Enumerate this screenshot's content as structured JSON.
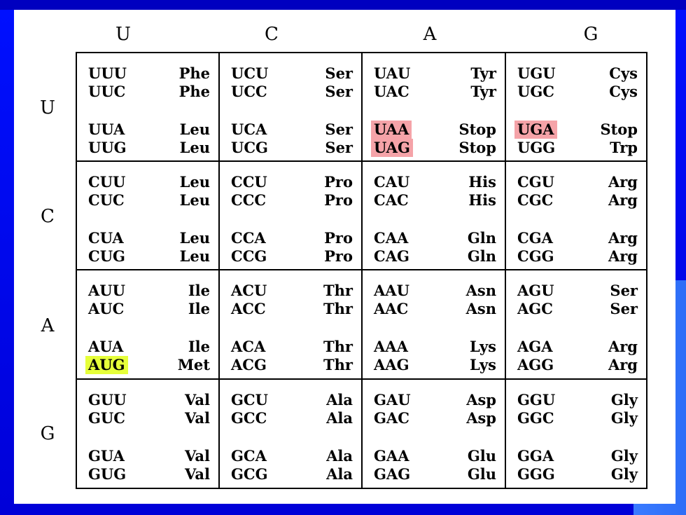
{
  "colors": {
    "background": "#0000e8",
    "stop_highlight": "#f5a3a8",
    "start_highlight": "#e6ff3a",
    "panel": "#ffffff"
  },
  "column_headers": [
    "U",
    "C",
    "A",
    "G"
  ],
  "row_headers": [
    "U",
    "C",
    "A",
    "G"
  ],
  "rows": [
    [
      [
        [
          "UUU",
          "Phe"
        ],
        [
          "UUC",
          "Phe"
        ],
        [
          "UUA",
          "Leu"
        ],
        [
          "UUG",
          "Leu"
        ]
      ],
      [
        [
          "UCU",
          "Ser"
        ],
        [
          "UCC",
          "Ser"
        ],
        [
          "UCA",
          "Ser"
        ],
        [
          "UCG",
          "Ser"
        ]
      ],
      [
        [
          "UAU",
          "Tyr"
        ],
        [
          "UAC",
          "Tyr"
        ],
        [
          "UAA",
          "Stop"
        ],
        [
          "UAG",
          "Stop"
        ]
      ],
      [
        [
          "UGU",
          "Cys"
        ],
        [
          "UGC",
          "Cys"
        ],
        [
          "UGA",
          "Stop"
        ],
        [
          "UGG",
          "Trp"
        ]
      ]
    ],
    [
      [
        [
          "CUU",
          "Leu"
        ],
        [
          "CUC",
          "Leu"
        ],
        [
          "CUA",
          "Leu"
        ],
        [
          "CUG",
          "Leu"
        ]
      ],
      [
        [
          "CCU",
          "Pro"
        ],
        [
          "CCC",
          "Pro"
        ],
        [
          "CCA",
          "Pro"
        ],
        [
          "CCG",
          "Pro"
        ]
      ],
      [
        [
          "CAU",
          "His"
        ],
        [
          "CAC",
          "His"
        ],
        [
          "CAA",
          "Gln"
        ],
        [
          "CAG",
          "Gln"
        ]
      ],
      [
        [
          "CGU",
          "Arg"
        ],
        [
          "CGC",
          "Arg"
        ],
        [
          "CGA",
          "Arg"
        ],
        [
          "CGG",
          "Arg"
        ]
      ]
    ],
    [
      [
        [
          "AUU",
          "Ile"
        ],
        [
          "AUC",
          "Ile"
        ],
        [
          "AUA",
          "Ile"
        ],
        [
          "AUG",
          "Met"
        ]
      ],
      [
        [
          "ACU",
          "Thr"
        ],
        [
          "ACC",
          "Thr"
        ],
        [
          "ACA",
          "Thr"
        ],
        [
          "ACG",
          "Thr"
        ]
      ],
      [
        [
          "AAU",
          "Asn"
        ],
        [
          "AAC",
          "Asn"
        ],
        [
          "AAA",
          "Lys"
        ],
        [
          "AAG",
          "Lys"
        ]
      ],
      [
        [
          "AGU",
          "Ser"
        ],
        [
          "AGC",
          "Ser"
        ],
        [
          "AGA",
          "Arg"
        ],
        [
          "AGG",
          "Arg"
        ]
      ]
    ],
    [
      [
        [
          "GUU",
          "Val"
        ],
        [
          "GUC",
          "Val"
        ],
        [
          "GUA",
          "Val"
        ],
        [
          "GUG",
          "Val"
        ]
      ],
      [
        [
          "GCU",
          "Ala"
        ],
        [
          "GCC",
          "Ala"
        ],
        [
          "GCA",
          "Ala"
        ],
        [
          "GCG",
          "Ala"
        ]
      ],
      [
        [
          "GAU",
          "Asp"
        ],
        [
          "GAC",
          "Asp"
        ],
        [
          "GAA",
          "Glu"
        ],
        [
          "GAG",
          "Glu"
        ]
      ],
      [
        [
          "GGU",
          "Gly"
        ],
        [
          "GGC",
          "Gly"
        ],
        [
          "GGA",
          "Gly"
        ],
        [
          "GGG",
          "Gly"
        ]
      ]
    ]
  ],
  "highlights": {
    "stop": [
      "UAA",
      "UAG",
      "UGA"
    ],
    "start": [
      "AUG"
    ]
  }
}
